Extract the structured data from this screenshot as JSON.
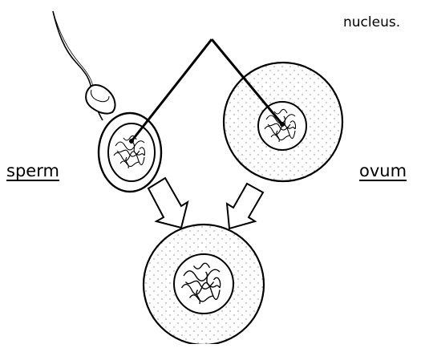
{
  "labels": {
    "nucleus": "nucleus.",
    "sperm": "sperm",
    "ovum": "ovum"
  },
  "colors": {
    "stroke": "#000000",
    "background": "#ffffff",
    "fill": "#ffffff"
  }
}
